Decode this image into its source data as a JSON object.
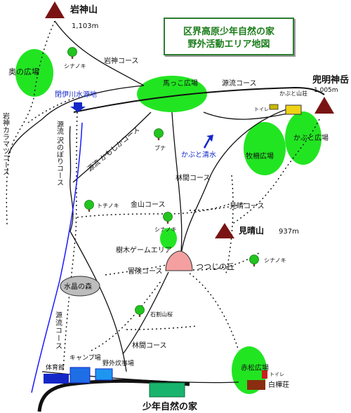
{
  "title": {
    "line1": "区界高原少年自然の家",
    "line2": "野外活動エリア地図"
  },
  "peaks": {
    "iwagami": {
      "name": "岩神山",
      "elev": "1,103m"
    },
    "kabuto": {
      "name": "兜明神岳",
      "elev": "1,005m"
    },
    "mihare": {
      "name": "見晴山",
      "elev": "937m"
    }
  },
  "areas": {
    "oku": "奥の広場",
    "umakko": "馬っこ広場",
    "kabuto_hiroba": "かぶと広場",
    "bokusaku": "牧柵広場",
    "jumoku": "樹木ゲームエリア",
    "akamatsu": "赤松広場",
    "suisho": "水晶の森",
    "tsutsuji": "つつじの丘"
  },
  "courses": {
    "iwagami": "岩神コース",
    "genryu_top": "源流コース",
    "rinkan_upper": "林間コース",
    "kinzan": "金山コース",
    "mihare": "見晴コース",
    "bouken": "冒険コース",
    "rinkan_lower": "林間コース",
    "genryu_vertical": "源流コース",
    "iwagami_karamatsu": "岩神カラマツコース",
    "genryu_sawa": "源流 沢のぼりコース",
    "genryu_kamoshika": "源流 かもしかコース"
  },
  "trees": {
    "shinaki1": "シナノキ",
    "buna": "ブナ",
    "tochinoki": "トチノキ",
    "shinaki2": "シナノキ",
    "shinaki3": "シナノキ",
    "ishiwari": "石割山桜"
  },
  "water": {
    "source": "閉伊川水源地",
    "kabuto_spring": "かぶと清水"
  },
  "facilities": {
    "kabuto_sanso": "かぶと山荘",
    "toilet_top": "トイレ",
    "toilet_bottom": "トイレ",
    "shirakaba": "白樺荘",
    "taiikukan": "体育館",
    "camp": "キャンプ場",
    "suiji": "野外炊事場",
    "main": "少年自然の家"
  },
  "colors": {
    "green_area": "#22e522",
    "river": "#1a1aff",
    "mountain": "#7a1414",
    "tsutsuji_pink": "#f4a0a0",
    "suisho_gray": "#bdbdbd",
    "gym": "#1428c8",
    "camp": "#1e6ee6",
    "suiji": "#1e96f0",
    "main_building": "#18b46e",
    "shirakaba": "#8a2d10",
    "toilet_red": "#c81e1e",
    "sanso": "#f0d214",
    "title_green": "#1b7d1b"
  },
  "icons": {
    "peak": "triangle-mountain-icon",
    "tree": "tree-icon",
    "arrow": "arrow-icon"
  }
}
